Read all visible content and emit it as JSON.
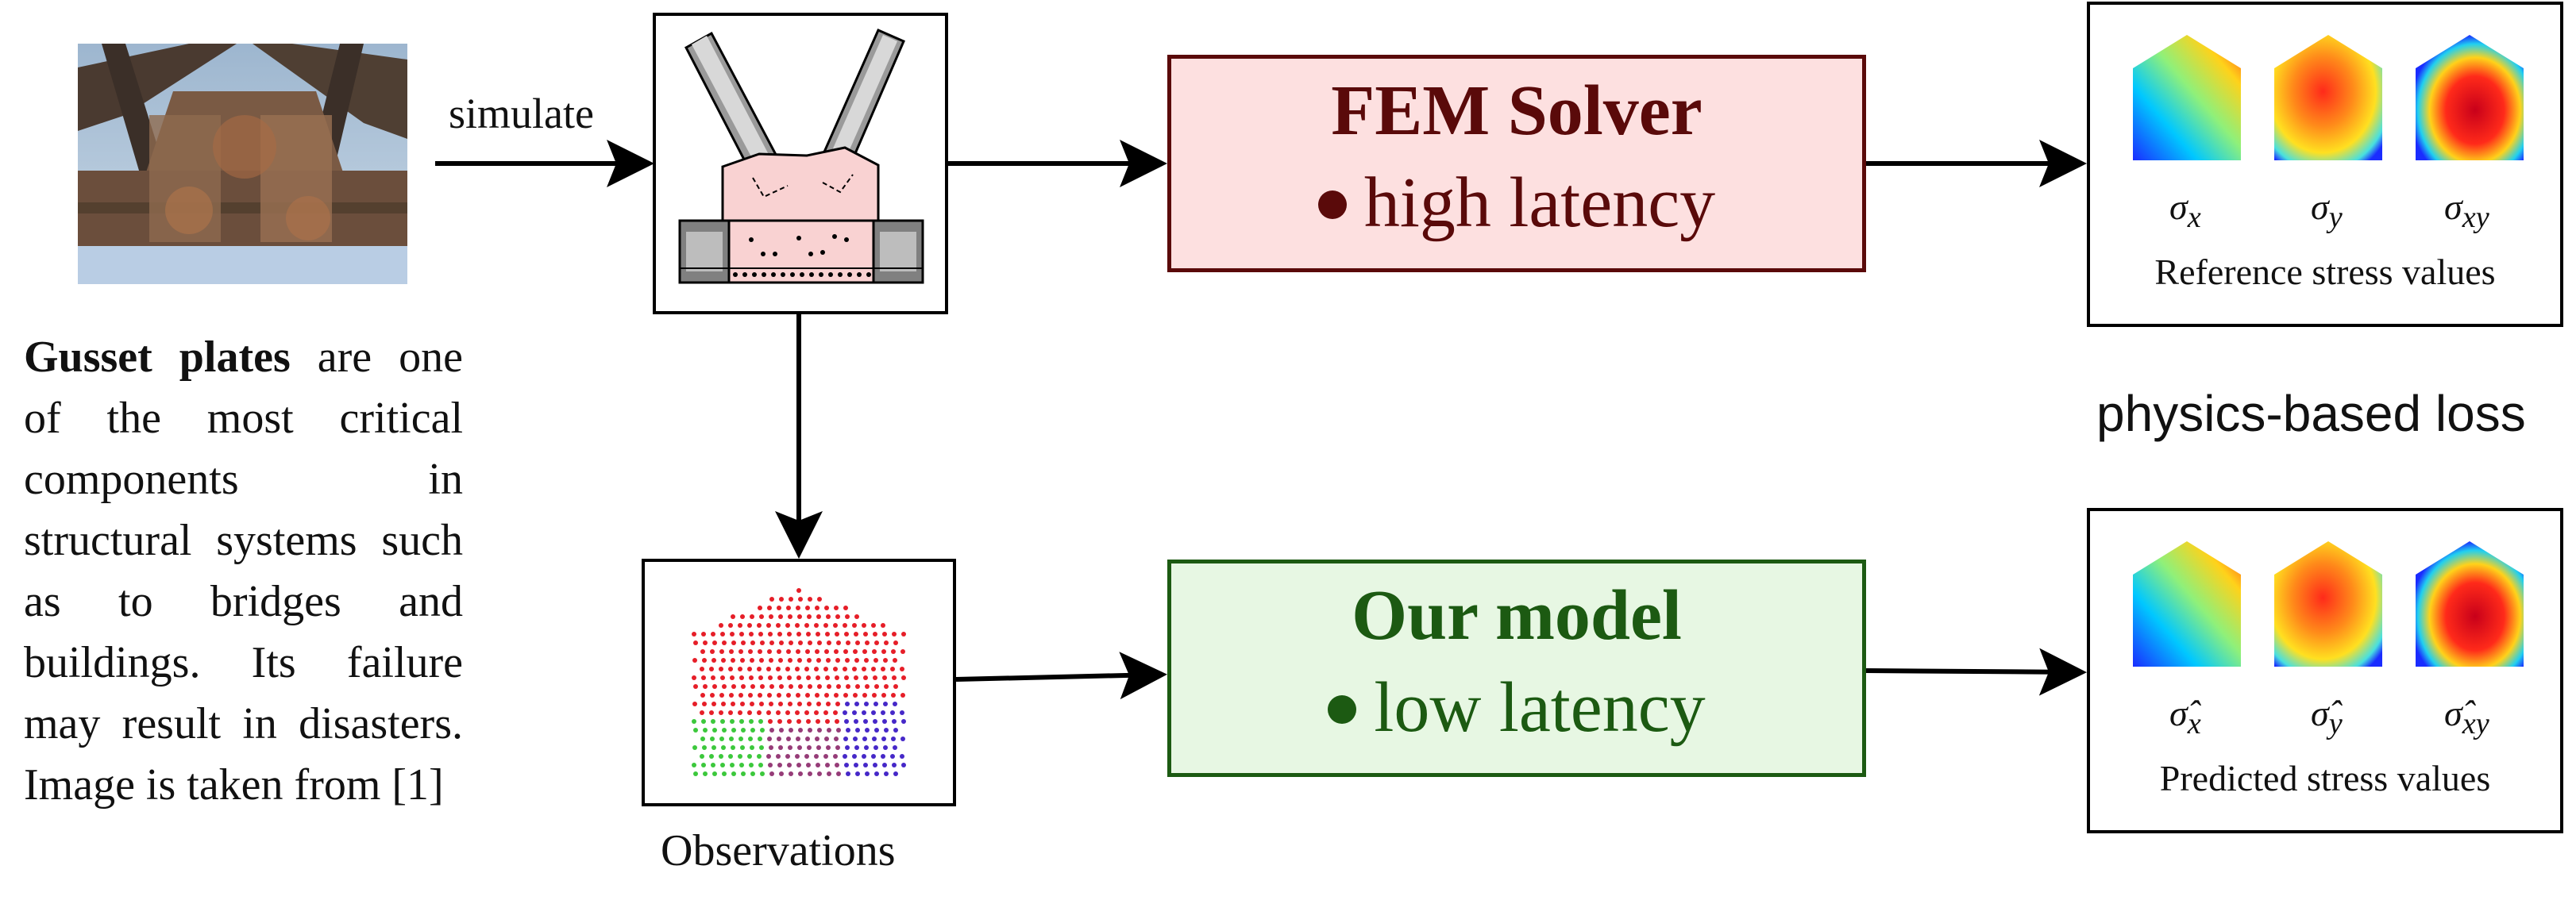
{
  "description": {
    "bold": "Gusset plates",
    "rest": " are one of the most critical components in structural systems such as to bridges and buildings.  Its failure may result in disasters.  Image is taken from [1]"
  },
  "arrow_label_simulate": "simulate",
  "observations_label": "Observations",
  "fem_box": {
    "title": "FEM Solver",
    "subtitle": "high latency"
  },
  "model_box": {
    "title": "Our model",
    "subtitle": "low latency"
  },
  "reference_panel": {
    "caption": "Reference stress values",
    "symbols": [
      "σ",
      "σ",
      "σ"
    ],
    "subscripts": [
      "x",
      "y",
      "xy"
    ]
  },
  "predicted_panel": {
    "caption": "Predicted stress values",
    "symbols": [
      "σ̂",
      "σ̂",
      "σ̂"
    ],
    "subscripts": [
      "x",
      "y",
      "xy"
    ]
  },
  "loss_label": "physics-based loss",
  "colors": {
    "fem_fill": "#fde0e0",
    "fem_border": "#5a0a0a",
    "model_fill": "#e7f7e3",
    "model_border": "#1c5a12",
    "plate_fill": "#f9d2d2"
  }
}
